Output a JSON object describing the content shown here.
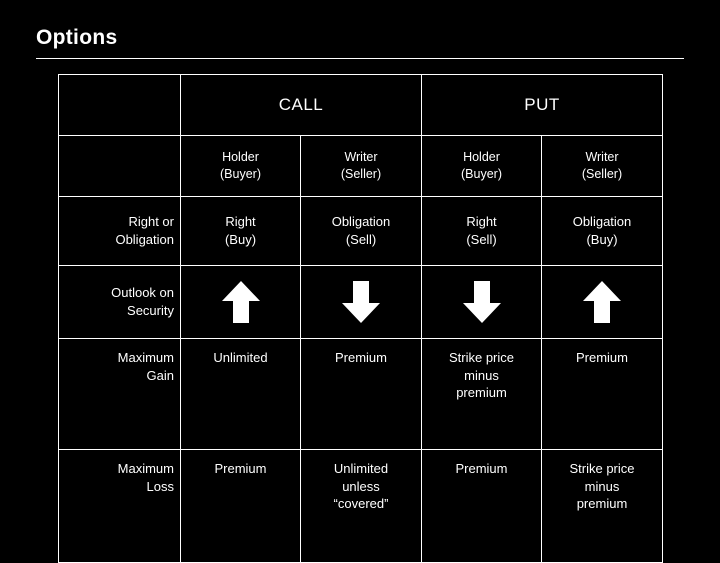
{
  "slide": {
    "title": "Options"
  },
  "table": {
    "group_headers": {
      "corner": "",
      "call": "CALL",
      "put": "PUT"
    },
    "sub_headers": [
      "",
      "Holder\n(Buyer)",
      "Writer\n(Seller)",
      "Holder\n(Buyer)",
      "Writer\n(Seller)"
    ],
    "sub_headers_parts": [
      {
        "line1": "Holder",
        "line2": "(Buyer)"
      },
      {
        "line1": "Writer",
        "line2": "(Seller)"
      },
      {
        "line1": "Holder",
        "line2": "(Buyer)"
      },
      {
        "line1": "Writer",
        "line2": "(Seller)"
      }
    ],
    "rows": [
      {
        "label_line1": "Right or",
        "label_line2": "Obligation",
        "cells": [
          {
            "line1": "Right",
            "line2": "(Buy)"
          },
          {
            "line1": "Obligation",
            "line2": "(Sell)"
          },
          {
            "line1": "Right",
            "line2": "(Sell)"
          },
          {
            "line1": "Obligation",
            "line2": "(Buy)"
          }
        ]
      },
      {
        "label_line1": "Outlook on",
        "label_line2": "Security",
        "arrows": [
          "up",
          "down",
          "down",
          "up"
        ]
      },
      {
        "label_line1": "Maximum",
        "label_line2": "Gain",
        "cells": [
          {
            "line1": "Unlimited",
            "line2": "",
            "line3": ""
          },
          {
            "line1": "Premium",
            "line2": "",
            "line3": ""
          },
          {
            "line1": "Strike price",
            "line2": "minus",
            "line3": "premium"
          },
          {
            "line1": "Premium",
            "line2": "",
            "line3": ""
          }
        ]
      },
      {
        "label_line1": "Maximum",
        "label_line2": "Loss",
        "cells": [
          {
            "line1": "Premium",
            "line2": "",
            "line3": ""
          },
          {
            "line1": "Unlimited",
            "line2": "unless",
            "line3": "“covered”"
          },
          {
            "line1": "Premium",
            "line2": "",
            "line3": ""
          },
          {
            "line1": "Strike price",
            "line2": "minus",
            "line3": "premium"
          }
        ]
      }
    ]
  },
  "colors": {
    "background": "#000000",
    "foreground": "#ffffff"
  }
}
